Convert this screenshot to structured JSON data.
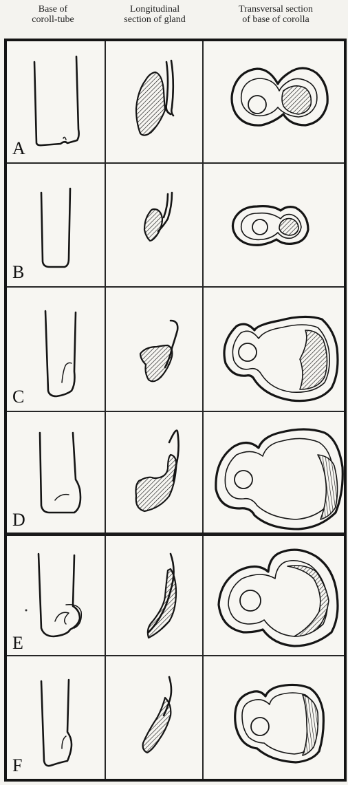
{
  "headers": {
    "base": [
      "Base of",
      "coroll-tube"
    ],
    "longitudinal": [
      "Longitudinal",
      "section of gland"
    ],
    "transversal": [
      "Transversal section",
      "of base of corolla"
    ]
  },
  "rows": [
    {
      "label": "A"
    },
    {
      "label": "B"
    },
    {
      "label": "C"
    },
    {
      "label": "D"
    },
    {
      "label": "E"
    },
    {
      "label": "F"
    }
  ]
}
